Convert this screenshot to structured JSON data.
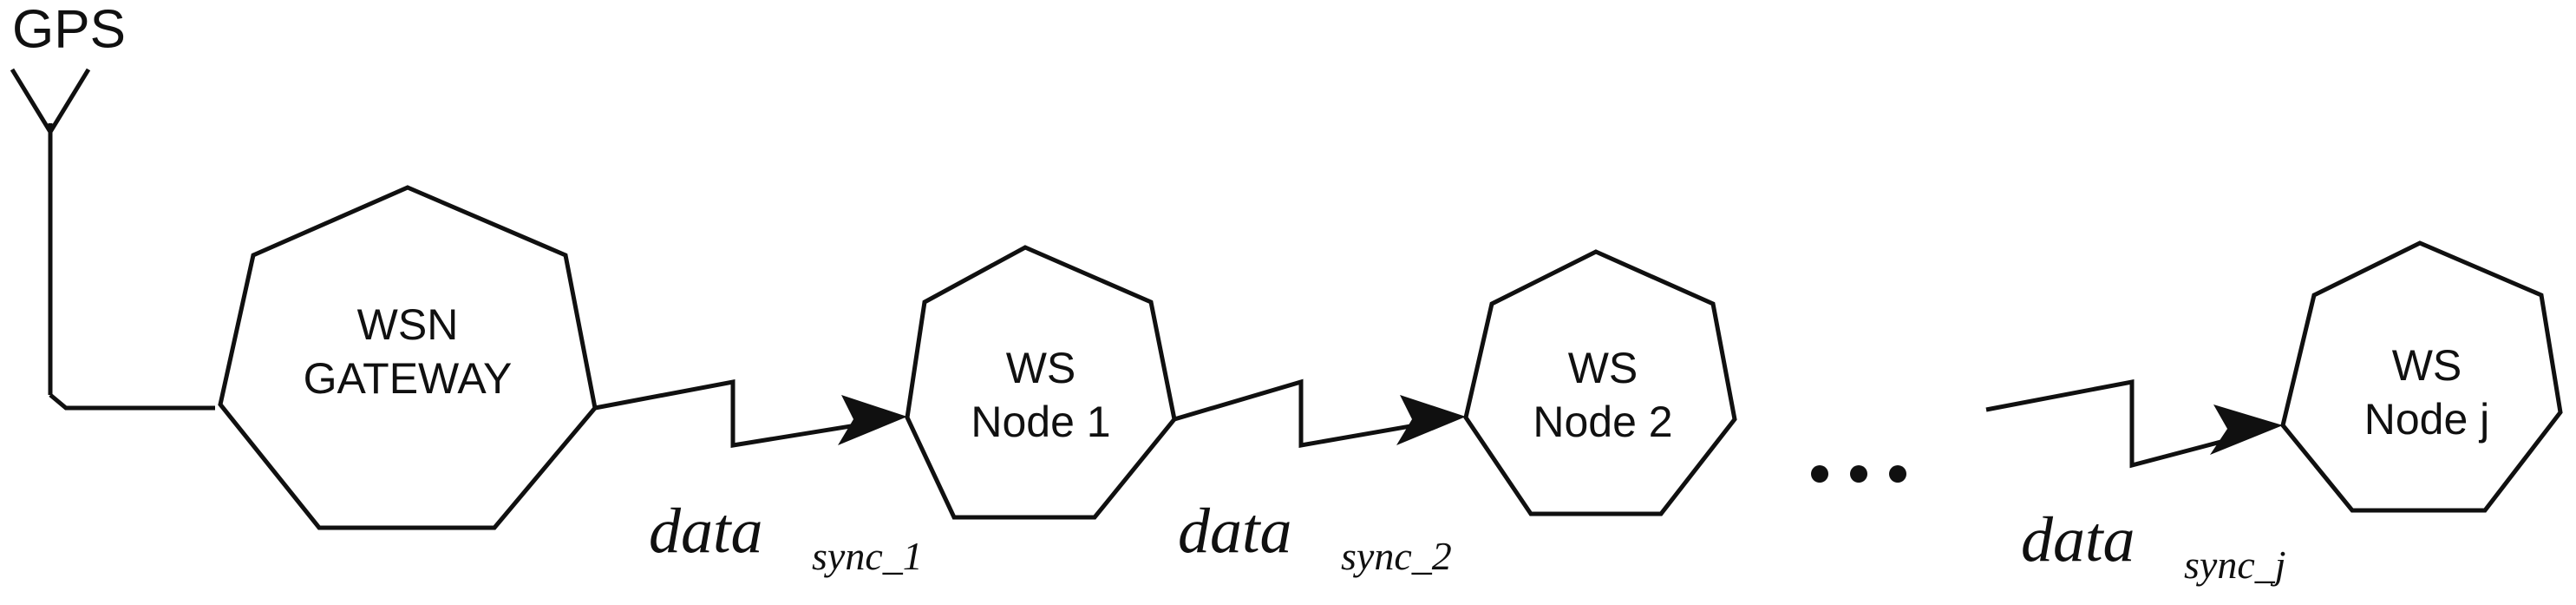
{
  "figure": {
    "title": "WSN time synchronization chain diagram",
    "background_color": "#ffffff",
    "stroke_color": "#101010"
  },
  "gps": {
    "label": "GPS",
    "icon": "antenna-icon"
  },
  "nodes": [
    {
      "id": "wsn-gateway",
      "line1": "WSN",
      "line2": "GATEWAY",
      "shape": "heptagon"
    },
    {
      "id": "ws-node-1",
      "line1": "WS",
      "line2": "Node 1",
      "shape": "heptagon"
    },
    {
      "id": "ws-node-2",
      "line1": "WS",
      "line2": "Node 2",
      "shape": "heptagon"
    },
    {
      "id": "ws-node-j",
      "line1": "WS",
      "line2": "Node j",
      "shape": "heptagon"
    }
  ],
  "edges": [
    {
      "id": "edge-1",
      "base": "data",
      "subscript": "sync_1",
      "from": "wsn-gateway",
      "to": "ws-node-1"
    },
    {
      "id": "edge-2",
      "base": "data",
      "subscript": "sync_2",
      "from": "ws-node-1",
      "to": "ws-node-2"
    },
    {
      "id": "edge-j",
      "base": "data",
      "subscript": "sync_j",
      "from": "ws-node-prev",
      "to": "ws-node-j"
    }
  ],
  "ellipsis": {
    "label": "...",
    "dot_count": 3
  }
}
